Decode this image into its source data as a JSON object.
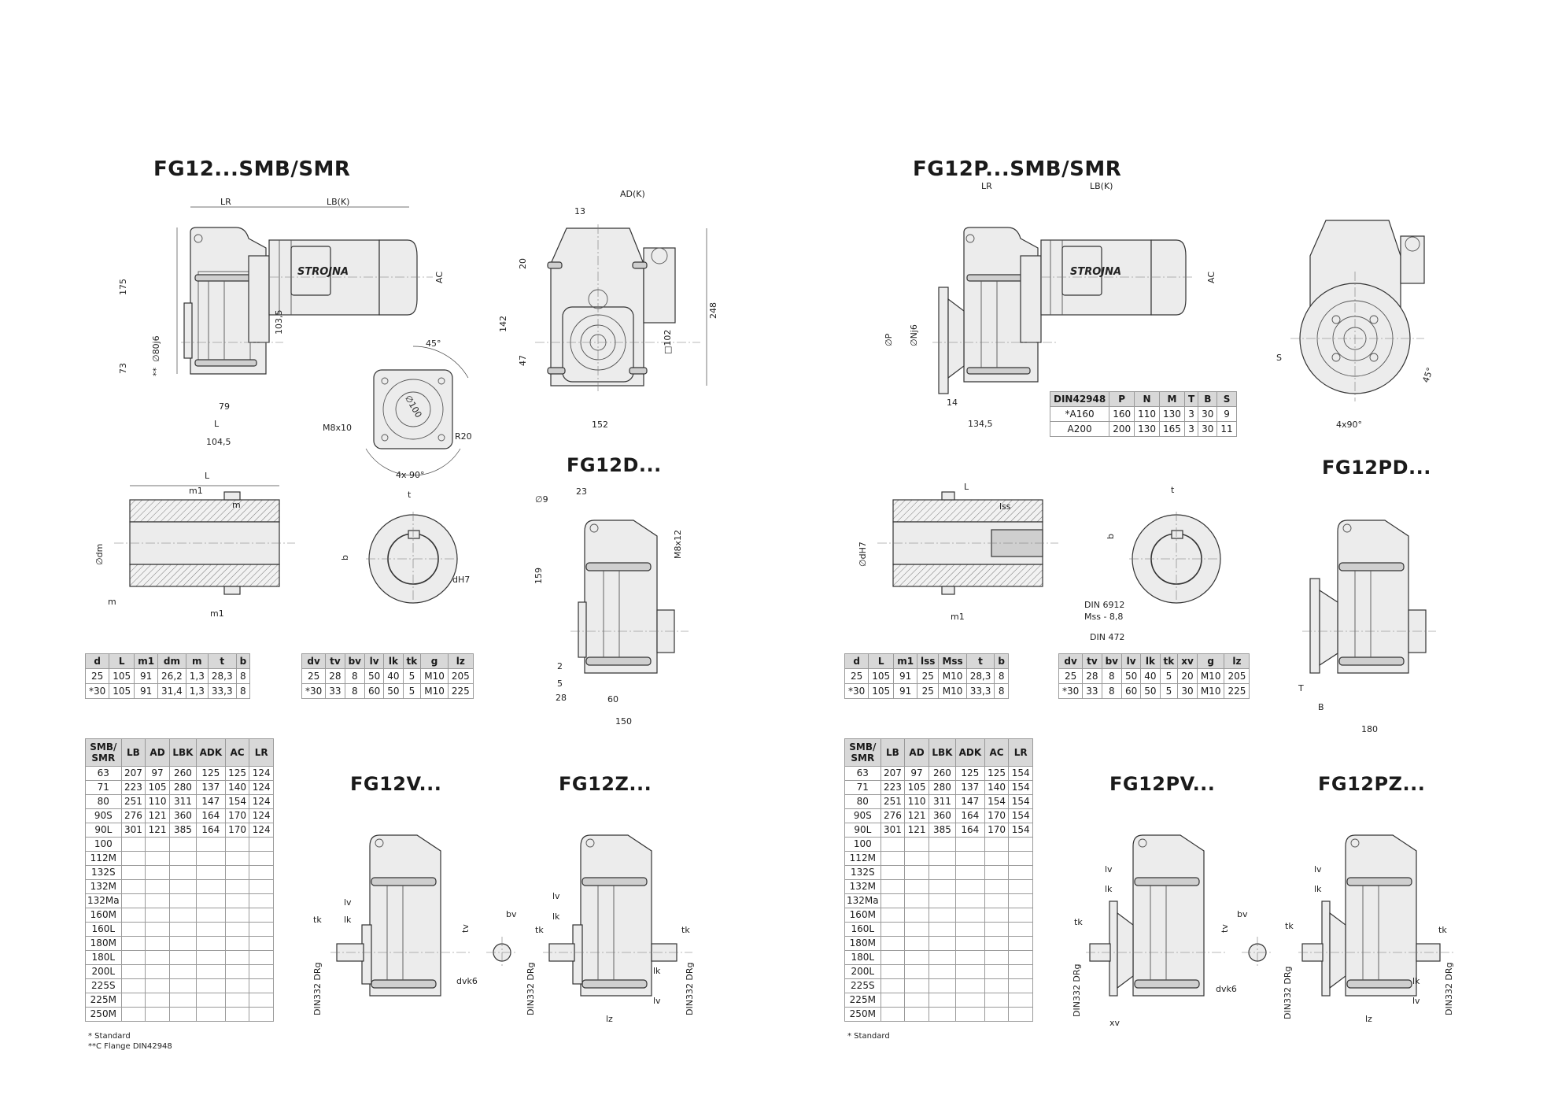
{
  "left": {
    "title": "FG12...SMB/SMR",
    "title_d": "FG12D...",
    "title_v": "FG12V...",
    "title_z": "FG12Z...",
    "brand": "STROJNA",
    "dims": {
      "lr": "LR",
      "lbk": "LB(K)",
      "ac": "AC",
      "h175": "175",
      "h73": "73",
      "d80": "∅80j6",
      "stars": "**",
      "h103": "103,5",
      "w79": "79",
      "wL": "L",
      "w104": "104,5",
      "adk": "AD(K)",
      "w13": "13",
      "h20": "20",
      "h142": "142",
      "h47": "47",
      "sq102": "□102",
      "h248": "248",
      "w152": "152",
      "a45": "45°",
      "d100": "∅100",
      "m8": "M8x10",
      "r20": "R20",
      "deg4x90": "4x 90°",
      "sL": "L",
      "m1": "m1",
      "m": "m",
      "dm": "∅dm",
      "m_b": "m",
      "m1_b": "m1",
      "t": "t",
      "b": "b",
      "dH7": "dH7",
      "d9": "∅9",
      "w23": "23",
      "m8x12": "M8x12",
      "h159": "159",
      "v2": "2",
      "v5": "5",
      "v28": "28",
      "v60": "60",
      "v150": "150",
      "lv": "lv",
      "lk": "lk",
      "tk": "tk",
      "din332": "DIN332 DRg",
      "tv": "tv",
      "bv": "bv",
      "dvk6": "dvk6",
      "lz": "lz"
    },
    "shaft_table": {
      "headers": [
        "d",
        "L",
        "m1",
        "dm",
        "m",
        "t",
        "b"
      ],
      "rows": [
        [
          "25",
          "105",
          "91",
          "26,2",
          "1,3",
          "28,3",
          "8"
        ],
        [
          "*30",
          "105",
          "91",
          "31,4",
          "1,3",
          "33,3",
          "8"
        ]
      ]
    },
    "key_table": {
      "headers": [
        "dv",
        "tv",
        "bv",
        "lv",
        "lk",
        "tk",
        "g",
        "lz"
      ],
      "rows": [
        [
          "25",
          "28",
          "8",
          "50",
          "40",
          "5",
          "M10",
          "205"
        ],
        [
          "*30",
          "33",
          "8",
          "60",
          "50",
          "5",
          "M10",
          "225"
        ]
      ]
    },
    "motor_table": {
      "headers": [
        "SMB/ SMR",
        "LB",
        "AD",
        "LBK",
        "ADK",
        "AC",
        "LR"
      ],
      "rows": [
        [
          "63",
          "207",
          "97",
          "260",
          "125",
          "125",
          "124"
        ],
        [
          "71",
          "223",
          "105",
          "280",
          "137",
          "140",
          "124"
        ],
        [
          "80",
          "251",
          "110",
          "311",
          "147",
          "154",
          "124"
        ],
        [
          "90S",
          "276",
          "121",
          "360",
          "164",
          "170",
          "124"
        ],
        [
          "90L",
          "301",
          "121",
          "385",
          "164",
          "170",
          "124"
        ],
        [
          "100",
          "",
          "",
          "",
          "",
          "",
          ""
        ],
        [
          "112M",
          "",
          "",
          "",
          "",
          "",
          ""
        ],
        [
          "132S",
          "",
          "",
          "",
          "",
          "",
          ""
        ],
        [
          "132M",
          "",
          "",
          "",
          "",
          "",
          ""
        ],
        [
          "132Ma",
          "",
          "",
          "",
          "",
          "",
          ""
        ],
        [
          "160M",
          "",
          "",
          "",
          "",
          "",
          ""
        ],
        [
          "160L",
          "",
          "",
          "",
          "",
          "",
          ""
        ],
        [
          "180M",
          "",
          "",
          "",
          "",
          "",
          ""
        ],
        [
          "180L",
          "",
          "",
          "",
          "",
          "",
          ""
        ],
        [
          "200L",
          "",
          "",
          "",
          "",
          "",
          ""
        ],
        [
          "225S",
          "",
          "",
          "",
          "",
          "",
          ""
        ],
        [
          "225M",
          "",
          "",
          "",
          "",
          "",
          ""
        ],
        [
          "250M",
          "",
          "",
          "",
          "",
          "",
          ""
        ]
      ]
    },
    "notes": [
      "* Standard",
      "**C Flange DIN42948"
    ]
  },
  "right": {
    "title": "FG12P...SMB/SMR",
    "title_pd": "FG12PD...",
    "title_pv": "FG12PV...",
    "title_pz": "FG12PZ...",
    "brand": "STROJNA",
    "dims": {
      "lr": "LR",
      "lbk": "LB(K)",
      "ac": "AC",
      "dP": "∅P",
      "dN": "∅Nj6",
      "w14": "14",
      "w134": "134,5",
      "S": "S",
      "a45": "45°",
      "deg4x90": "4x90°",
      "L": "L",
      "lss": "lss",
      "dH7": "∅dH7",
      "m1": "m1",
      "din6912": "DIN 6912",
      "mss": "Mss - 8,8",
      "din472": "DIN 472",
      "t": "t",
      "b": "b",
      "T": "T",
      "B": "B",
      "w180": "180",
      "lv": "lv",
      "lk": "lk",
      "tk": "tk",
      "din332": "DIN332 DRg",
      "xv": "xv",
      "tv": "tv",
      "bv": "bv",
      "dvk6": "dvk6",
      "lz": "lz"
    },
    "flange_table": {
      "headers": [
        "DIN42948",
        "P",
        "N",
        "M",
        "T",
        "B",
        "S"
      ],
      "rows": [
        [
          "*A160",
          "160",
          "110",
          "130",
          "3",
          "30",
          "9"
        ],
        [
          "A200",
          "200",
          "130",
          "165",
          "3",
          "30",
          "11"
        ]
      ]
    },
    "shaft_table": {
      "headers": [
        "d",
        "L",
        "m1",
        "lss",
        "Mss",
        "t",
        "b"
      ],
      "rows": [
        [
          "25",
          "105",
          "91",
          "25",
          "M10",
          "28,3",
          "8"
        ],
        [
          "*30",
          "105",
          "91",
          "25",
          "M10",
          "33,3",
          "8"
        ]
      ]
    },
    "key_table": {
      "headers": [
        "dv",
        "tv",
        "bv",
        "lv",
        "lk",
        "tk",
        "xv",
        "g",
        "lz"
      ],
      "rows": [
        [
          "25",
          "28",
          "8",
          "50",
          "40",
          "5",
          "20",
          "M10",
          "205"
        ],
        [
          "*30",
          "33",
          "8",
          "60",
          "50",
          "5",
          "30",
          "M10",
          "225"
        ]
      ]
    },
    "motor_table": {
      "headers": [
        "SMB/ SMR",
        "LB",
        "AD",
        "LBK",
        "ADK",
        "AC",
        "LR"
      ],
      "rows": [
        [
          "63",
          "207",
          "97",
          "260",
          "125",
          "125",
          "154"
        ],
        [
          "71",
          "223",
          "105",
          "280",
          "137",
          "140",
          "154"
        ],
        [
          "80",
          "251",
          "110",
          "311",
          "147",
          "154",
          "154"
        ],
        [
          "90S",
          "276",
          "121",
          "360",
          "164",
          "170",
          "154"
        ],
        [
          "90L",
          "301",
          "121",
          "385",
          "164",
          "170",
          "154"
        ],
        [
          "100",
          "",
          "",
          "",
          "",
          "",
          ""
        ],
        [
          "112M",
          "",
          "",
          "",
          "",
          "",
          ""
        ],
        [
          "132S",
          "",
          "",
          "",
          "",
          "",
          ""
        ],
        [
          "132M",
          "",
          "",
          "",
          "",
          "",
          ""
        ],
        [
          "132Ma",
          "",
          "",
          "",
          "",
          "",
          ""
        ],
        [
          "160M",
          "",
          "",
          "",
          "",
          "",
          ""
        ],
        [
          "160L",
          "",
          "",
          "",
          "",
          "",
          ""
        ],
        [
          "180M",
          "",
          "",
          "",
          "",
          "",
          ""
        ],
        [
          "180L",
          "",
          "",
          "",
          "",
          "",
          ""
        ],
        [
          "200L",
          "",
          "",
          "",
          "",
          "",
          ""
        ],
        [
          "225S",
          "",
          "",
          "",
          "",
          "",
          ""
        ],
        [
          "225M",
          "",
          "",
          "",
          "",
          "",
          ""
        ],
        [
          "250M",
          "",
          "",
          "",
          "",
          "",
          ""
        ]
      ]
    },
    "notes": [
      "* Standard"
    ]
  }
}
